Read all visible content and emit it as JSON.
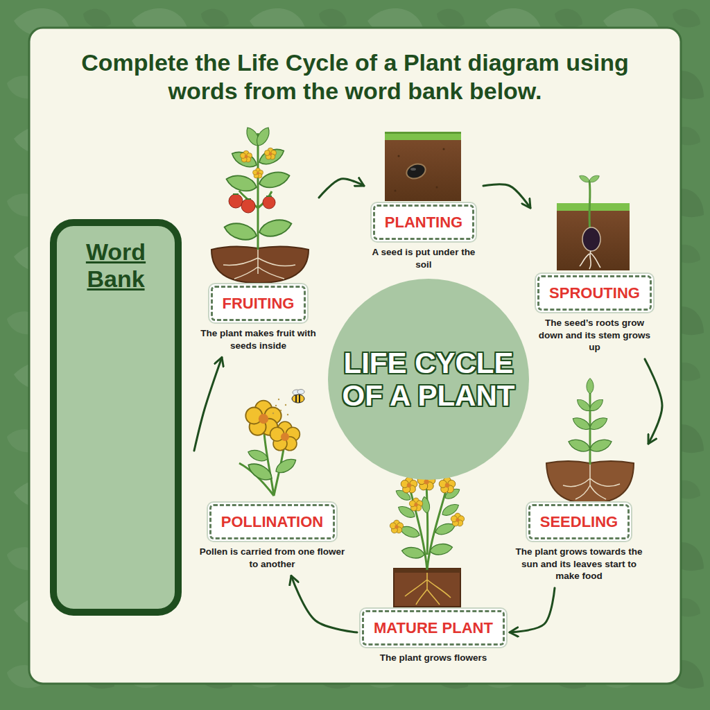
{
  "diagram": {
    "title": "Complete the Life Cycle of a Plant diagram using words from the word bank below.",
    "nodes": [
      {
        "text": [
          "Word Bank"
        ]
      },
      {
        "text": [
          "PLANTING",
          "A seed is put under the soil"
        ]
      },
      {
        "text": [
          "SPROUTING",
          "The seed’s roots grow down and its stem grows up"
        ]
      },
      {
        "text": [
          "SEEDLING",
          "The plant grows towards the sun and its leaves start to make food"
        ]
      },
      {
        "text": [
          "MATURE PLANT",
          "The plant grows flowers"
        ]
      },
      {
        "text": [
          "POLLINATION",
          "Pollen is carried from one flower to another"
        ]
      },
      {
        "text": [
          "FRUITING",
          "The plant makes fruit with seeds inside"
        ]
      },
      {
        "text": [
          "LIFE CYCLE OF A PLANT"
        ]
      }
    ],
    "edges": [
      {
        "from": 6,
        "to": 1,
        "arrow": "to"
      },
      {
        "from": 1,
        "to": 2,
        "arrow": "to"
      },
      {
        "from": 2,
        "to": 3,
        "arrow": "to"
      },
      {
        "from": 3,
        "to": 4,
        "arrow": "to"
      },
      {
        "from": 4,
        "to": 5,
        "arrow": "to"
      },
      {
        "from": 5,
        "to": 6,
        "arrow": "to"
      }
    ]
  }
}
